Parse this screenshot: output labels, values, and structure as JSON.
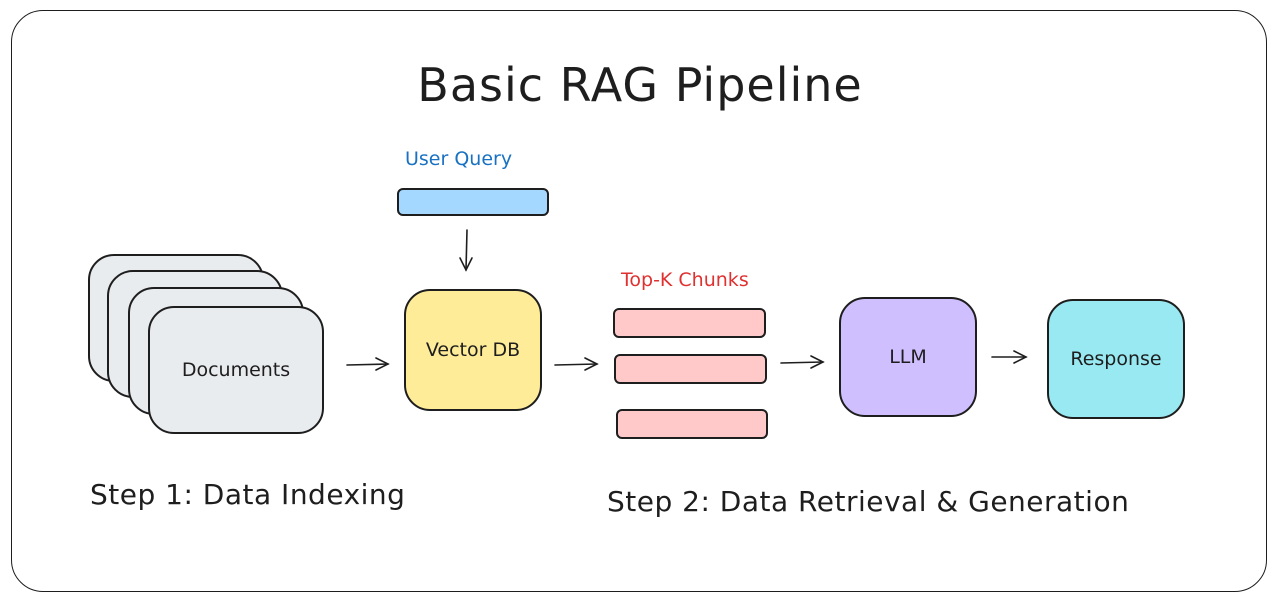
{
  "title": "Basic RAG Pipeline",
  "colors": {
    "stroke": "#1e1e1e",
    "documents_fill": "#e9ecef",
    "query_fill": "#a5d8ff",
    "query_label": "#1971c2",
    "vector_db_fill": "#ffec99",
    "chunks_fill": "#ffc9c9",
    "chunks_label": "#e03131",
    "llm_fill": "#d0bfff",
    "response_fill": "#99e9f2"
  },
  "nodes": {
    "documents": "Documents",
    "user_query": "User Query",
    "vector_db": "Vector DB",
    "top_k_chunks": "Top-K Chunks",
    "llm": "LLM",
    "response": "Response"
  },
  "chunk_count": 3,
  "steps": {
    "step1": "Step 1: Data Indexing",
    "step2": "Step 2: Data Retrieval & Generation"
  },
  "edges": [
    {
      "from": "user_query",
      "to": "vector_db"
    },
    {
      "from": "documents",
      "to": "vector_db"
    },
    {
      "from": "vector_db",
      "to": "top_k_chunks"
    },
    {
      "from": "top_k_chunks",
      "to": "llm"
    },
    {
      "from": "llm",
      "to": "response"
    }
  ]
}
